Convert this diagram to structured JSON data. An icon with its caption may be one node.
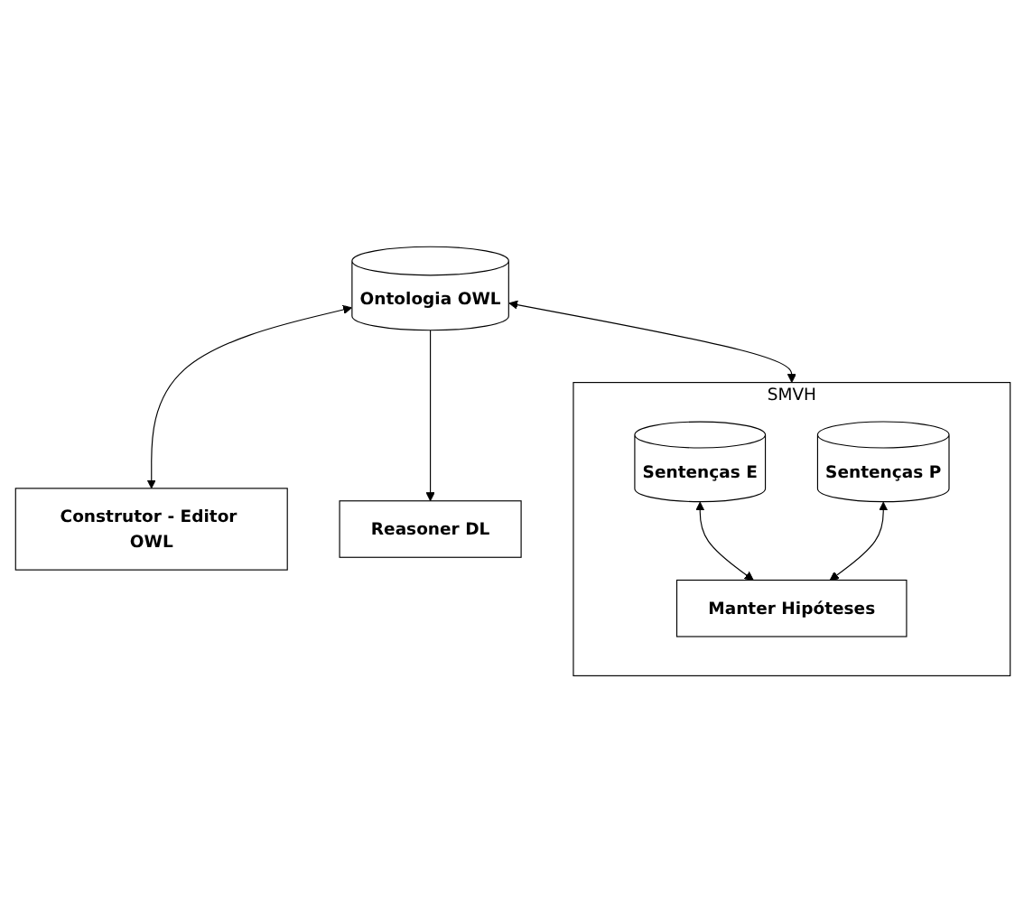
{
  "diagram": {
    "nodes": [
      {
        "text": [
          "Ontologia OWL"
        ]
      },
      {
        "text": [
          "Construtor - Editor OWL"
        ]
      },
      {
        "text": [
          "Reasoner DL"
        ]
      },
      {
        "text": [
          "SMVH"
        ]
      },
      {
        "text": [
          "Sentenças E"
        ],
        "in": 3
      },
      {
        "text": [
          "Manter Hipóteses"
        ],
        "in": 3
      },
      {
        "text": [
          "Sentenças P"
        ],
        "in": 3
      }
    ],
    "edges": [
      {
        "from": 0,
        "to": 1,
        "arrow": "both"
      },
      {
        "from": 0,
        "to": 2,
        "arrow": "to"
      },
      {
        "from": 0,
        "to": 3,
        "arrow": "both"
      },
      {
        "from": 4,
        "to": 5,
        "arrow": "both"
      },
      {
        "from": 6,
        "to": 5,
        "arrow": "both"
      }
    ]
  }
}
